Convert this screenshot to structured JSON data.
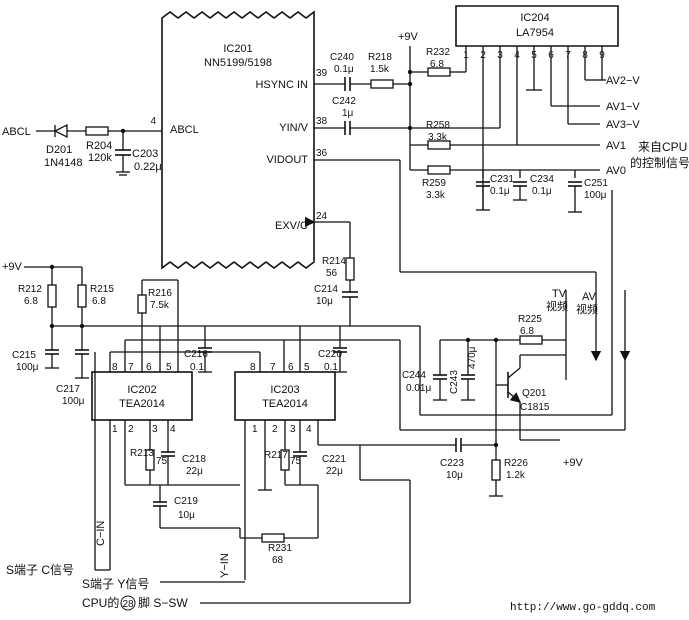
{
  "ic201": {
    "name": "IC201",
    "part": "NN5199/5198",
    "pins": {
      "abcl": "ABCL",
      "hsync": "HSYNC IN",
      "yin": "YIN/V",
      "vidout": "VIDOUT",
      "exv": "EXV/C"
    },
    "pin_numbers": {
      "abcl": "4",
      "hsync": "39",
      "yin": "38",
      "vidout": "36",
      "exv": "24"
    }
  },
  "ic204": {
    "name": "IC204",
    "part": "LA7954",
    "pins": [
      "1",
      "2",
      "3",
      "4",
      "5",
      "6",
      "7",
      "8",
      "9"
    ]
  },
  "ic202": {
    "name": "IC202",
    "part": "TEA2014",
    "pins": [
      "8",
      "7",
      "6",
      "5",
      "1",
      "2",
      "3",
      "4"
    ]
  },
  "ic203": {
    "name": "IC203",
    "part": "TEA2014",
    "pins": [
      "8",
      "7",
      "6",
      "5",
      "1",
      "2",
      "3",
      "4"
    ]
  },
  "components": {
    "d201": [
      "D201",
      "1N4148"
    ],
    "r204": [
      "R204",
      "120k"
    ],
    "c203": [
      "C203",
      "0.22μ"
    ],
    "c240": [
      "C240",
      "0.1μ"
    ],
    "r218": [
      "R218",
      "1.5k"
    ],
    "c242": [
      "C242",
      "1μ"
    ],
    "r232": [
      "R232",
      "6.8"
    ],
    "r258": [
      "R258",
      "3.3k"
    ],
    "r259": [
      "R259",
      "3.3k"
    ],
    "c231": [
      "C231",
      "0.1μ"
    ],
    "c234": [
      "C234",
      "0.1μ"
    ],
    "c251": [
      "C251",
      "100μ"
    ],
    "r214": [
      "R214",
      "56"
    ],
    "c214": [
      "C214",
      "10μ"
    ],
    "r212": [
      "R212",
      "6.8"
    ],
    "r215": [
      "R215",
      "6.8"
    ],
    "r216": [
      "R216",
      "7.5k"
    ],
    "c215": [
      "C215",
      "100μ"
    ],
    "c217": [
      "C217",
      "100μ"
    ],
    "c216": [
      "C216",
      "0.1"
    ],
    "c220": [
      "C220",
      "0.1"
    ],
    "r213": [
      "R213",
      "75"
    ],
    "c218": [
      "C218",
      "22μ"
    ],
    "r217": [
      "R217",
      "75"
    ],
    "c221": [
      "C221",
      "22μ"
    ],
    "c219": [
      "C219",
      "10μ"
    ],
    "r231": [
      "R231",
      "68"
    ],
    "c244": [
      "C244",
      "0.01μ"
    ],
    "c243": [
      "C243",
      "470μ"
    ],
    "r225": [
      "R225",
      "6.8"
    ],
    "q201": [
      "Q201",
      "C1815"
    ],
    "c223": [
      "C223",
      "10μ"
    ],
    "r226": [
      "R226",
      "1.2k"
    ]
  },
  "labels": {
    "abcl_in": "ABCL",
    "vcc_top": "+9V",
    "vcc_left": "+9V",
    "vcc_q201": "+9V",
    "av2v": "AV2−V",
    "av1v": "AV1−V",
    "av3v": "AV3−V",
    "av1": "AV1",
    "av0": "AV0",
    "cpu_ctrl_1": "来自CPU",
    "cpu_ctrl_2": "的控制信号",
    "tv_1": "TV",
    "tv_2": "视频",
    "av_1": "AV",
    "av_2": "视频",
    "c_in": "C−IN",
    "y_in": "Y−IN",
    "s_c": "S端子 C信号",
    "s_y": "S端子 Y信号",
    "cpu_sw_pre": "CPU的",
    "cpu_sw_pin": "28",
    "cpu_sw_post": "脚 S−SW",
    "url": "http://www.go-gddq.com"
  }
}
